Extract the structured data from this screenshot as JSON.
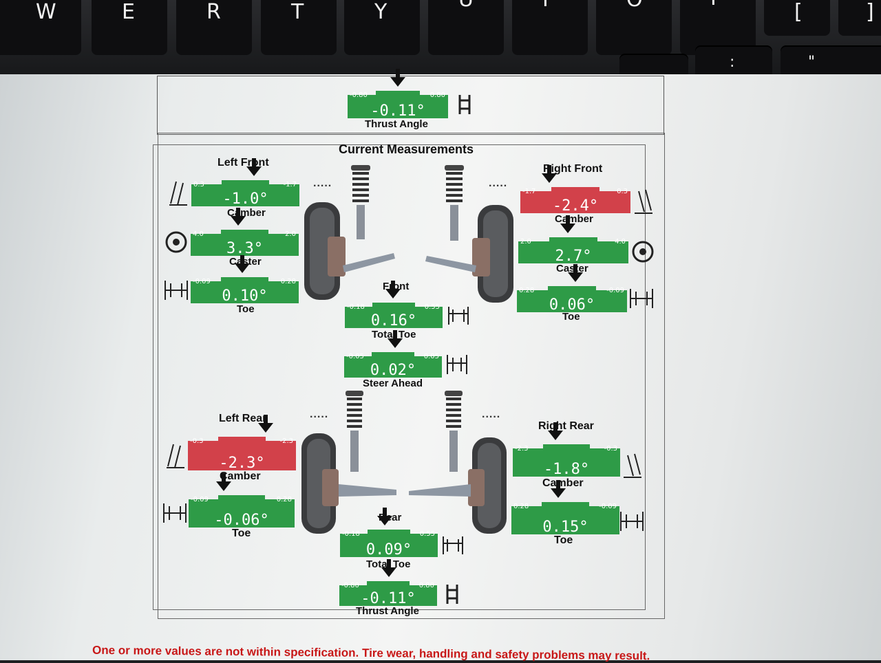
{
  "keyboard": {
    "keys": [
      "W",
      "E",
      "R",
      "T",
      "Y",
      "U",
      "I",
      "O",
      "P",
      "[",
      "]",
      ":",
      "\""
    ]
  },
  "top_section": {
    "thrust_angle": {
      "label": "Thrust Angle",
      "value": "-0.11°",
      "min": "-0.80",
      "max": "0.80",
      "status": "in"
    }
  },
  "page_title": "Current Measurements",
  "dots": ".....",
  "left_front": {
    "title": "Left Front",
    "camber": {
      "label": "Camber",
      "value": "-1.0°",
      "min": "0.3",
      "max": "-1.7",
      "status": "in"
    },
    "caster": {
      "label": "Caster",
      "value": "3.3°",
      "min": "4.0",
      "max": "2.0",
      "status": "in"
    },
    "toe": {
      "label": "Toe",
      "value": "0.10°",
      "min": "-0.09",
      "max": "0.28",
      "status": "in"
    }
  },
  "right_front": {
    "title": "Right Front",
    "camber": {
      "label": "Camber",
      "value": "-2.4°",
      "min": "-1.7",
      "max": "0.3",
      "status": "out"
    },
    "caster": {
      "label": "Caster",
      "value": "2.7°",
      "min": "2.0",
      "max": "4.0",
      "status": "in"
    },
    "toe": {
      "label": "Toe",
      "value": "0.06°",
      "min": "0.28",
      "max": "-0.09",
      "status": "in"
    }
  },
  "front": {
    "title": "Front",
    "total_toe": {
      "label": "Total Toe",
      "value": "0.16°",
      "min": "-0.18",
      "max": "0.55",
      "status": "in"
    },
    "steer_ahead": {
      "label": "Steer Ahead",
      "value": "0.02°",
      "min": "-0.05",
      "max": "0.05",
      "status": "in"
    }
  },
  "left_rear": {
    "title": "Left Rear",
    "camber": {
      "label": "Camber",
      "value": "-2.3°",
      "min": "-0.3",
      "max": "-2.3",
      "status": "out"
    },
    "toe": {
      "label": "Toe",
      "value": "-0.06°",
      "min": "-0.09",
      "max": "0.28",
      "status": "in"
    }
  },
  "right_rear": {
    "title": "Right Rear",
    "camber": {
      "label": "Camber",
      "value": "-1.8°",
      "min": "-2.3",
      "max": "-0.3",
      "status": "in"
    },
    "toe": {
      "label": "Toe",
      "value": "0.15°",
      "min": "0.28",
      "max": "-0.09",
      "status": "in"
    }
  },
  "rear": {
    "title": "Rear",
    "total_toe": {
      "label": "Total Toe",
      "value": "0.09°",
      "min": "-0.18",
      "max": "0.55",
      "status": "in"
    },
    "thrust_angle": {
      "label": "Thrust Angle",
      "value": "-0.11°",
      "min": "-0.80",
      "max": "0.80",
      "status": "in"
    }
  },
  "warning": "One or more values are not within specification.  Tire wear, handling and safety problems may result.",
  "colors": {
    "in_spec": "#2e9b47",
    "out_of_spec": "#d2414a",
    "warning_text": "#c81818"
  }
}
